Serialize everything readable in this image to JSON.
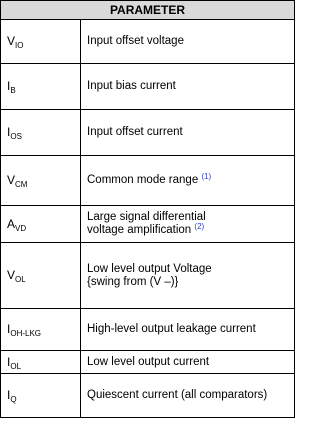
{
  "header": {
    "parameter": "PARAMETER"
  },
  "rows": [
    {
      "symbol_main": "V",
      "symbol_sub": "IO",
      "description": "Input offset voltage",
      "ref": ""
    },
    {
      "symbol_main": "I",
      "symbol_sub": "B",
      "description": "Input bias current",
      "ref": ""
    },
    {
      "symbol_main": "I",
      "symbol_sub": "OS",
      "description": "Input offset current",
      "ref": ""
    },
    {
      "symbol_main": "V",
      "symbol_sub": "CM",
      "description": "Common mode range",
      "ref": "(1)"
    },
    {
      "symbol_main": "A",
      "symbol_sub": "VD",
      "description_line1": "Large signal differential",
      "description_line2": "voltage amplification",
      "ref": "(2)"
    },
    {
      "symbol_main": "V",
      "symbol_sub": "OL",
      "description_line1": "Low level output Voltage",
      "description_line2": "{swing from (V –)}",
      "ref": ""
    },
    {
      "symbol_main": "I",
      "symbol_sub": "OH-LKG",
      "description": "High-level output leakage current",
      "ref": ""
    },
    {
      "symbol_main": "I",
      "symbol_sub": "OL",
      "description": "Low level output current",
      "ref": ""
    },
    {
      "symbol_main": "I",
      "symbol_sub": "Q",
      "description": "Quiescent current (all comparators)",
      "ref": ""
    }
  ]
}
